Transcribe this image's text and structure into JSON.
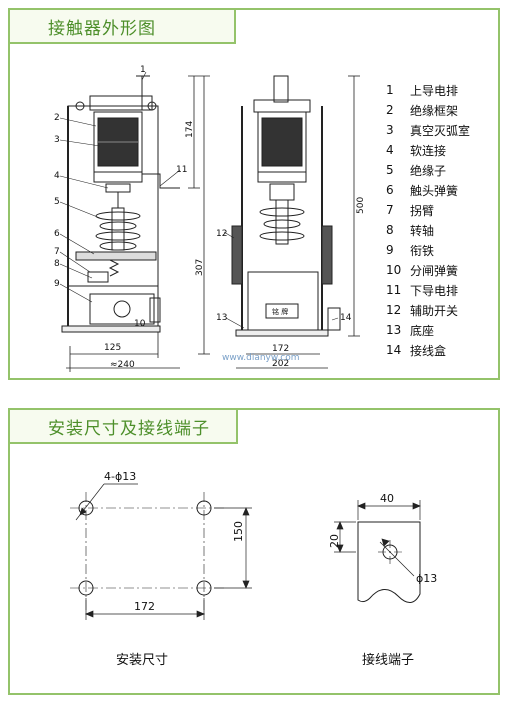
{
  "sections": {
    "top_title": "接触器外形图",
    "bottom_title": "安装尺寸及接线端子"
  },
  "legend": [
    {
      "num": "1",
      "text": "上导电排"
    },
    {
      "num": "2",
      "text": "绝缘框架"
    },
    {
      "num": "3",
      "text": "真空灭弧室"
    },
    {
      "num": "4",
      "text": "软连接"
    },
    {
      "num": "5",
      "text": "绝缘子"
    },
    {
      "num": "6",
      "text": "触头弹簧"
    },
    {
      "num": "7",
      "text": "拐臂"
    },
    {
      "num": "8",
      "text": "转轴"
    },
    {
      "num": "9",
      "text": "衔铁"
    },
    {
      "num": "10",
      "text": "分闸弹簧"
    },
    {
      "num": "11",
      "text": "下导电排"
    },
    {
      "num": "12",
      "text": "辅助开关"
    },
    {
      "num": "13",
      "text": "底座"
    },
    {
      "num": "14",
      "text": "接线盒"
    }
  ],
  "drawing": {
    "dim_174": "174",
    "dim_307": "307",
    "dim_500": "500",
    "dim_125": "125",
    "dim_240": "≈240",
    "dim_172": "172",
    "dim_202": "202",
    "label_1": "1",
    "label_2": "2",
    "label_3": "3",
    "label_4": "4",
    "label_5": "5",
    "label_6": "6",
    "label_7": "7",
    "label_8": "8",
    "label_9": "9",
    "label_10": "10",
    "label_11": "11",
    "label_12": "12",
    "label_13": "13",
    "label_14": "14",
    "nameplate": "铭 牌",
    "watermark": "www.dianyw.com"
  },
  "mounting": {
    "holes_label": "4-ϕ13",
    "dim_150": "150",
    "dim_172": "172",
    "caption": "安装尺寸"
  },
  "terminal": {
    "dim_40": "40",
    "dim_20": "20",
    "hole_label": "ϕ13",
    "caption": "接线端子"
  }
}
